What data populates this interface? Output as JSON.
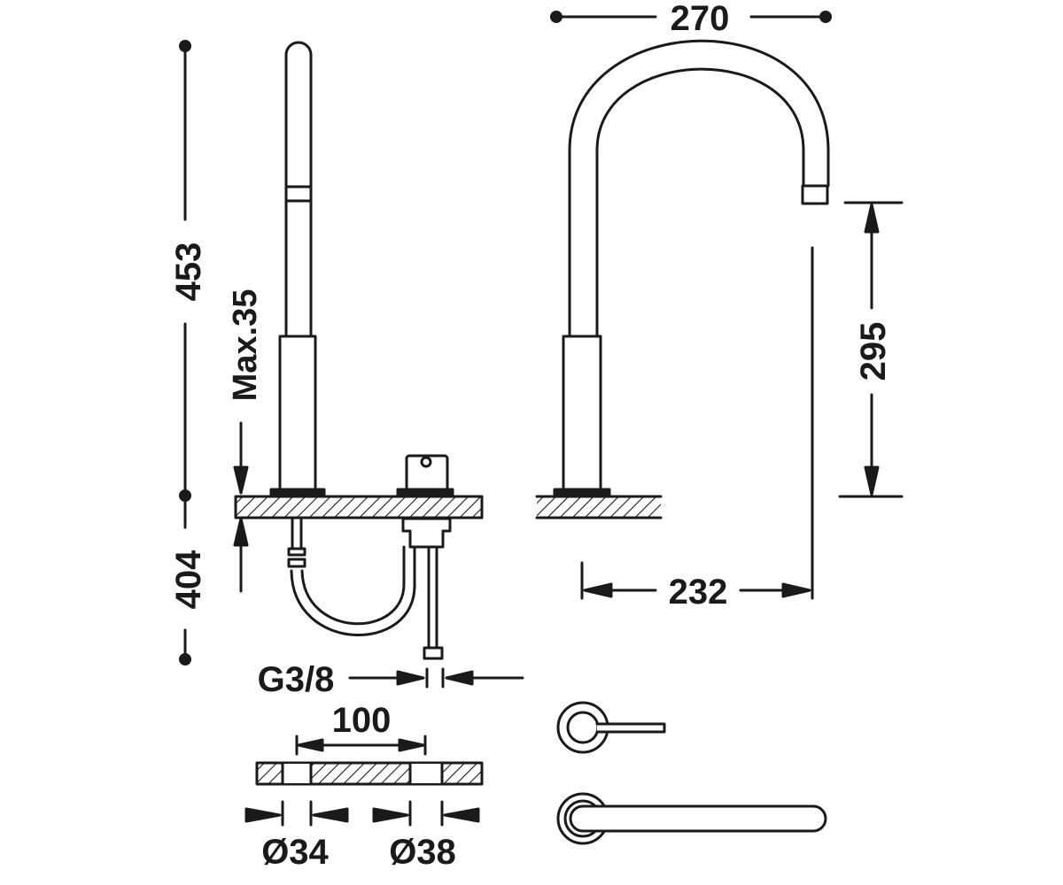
{
  "dimensions": {
    "total_height": "453",
    "max_thickness": "Max.35",
    "below_counter": "404",
    "spout_reach_top": "270",
    "spout_height": "295",
    "spout_reach": "232",
    "thread": "G3/8",
    "hole_spacing": "100",
    "hole_diameter_1": "Ø34",
    "hole_diameter_2": "Ø38"
  },
  "colors": {
    "line": "#1a1a1a",
    "fill": "#ffffff"
  }
}
